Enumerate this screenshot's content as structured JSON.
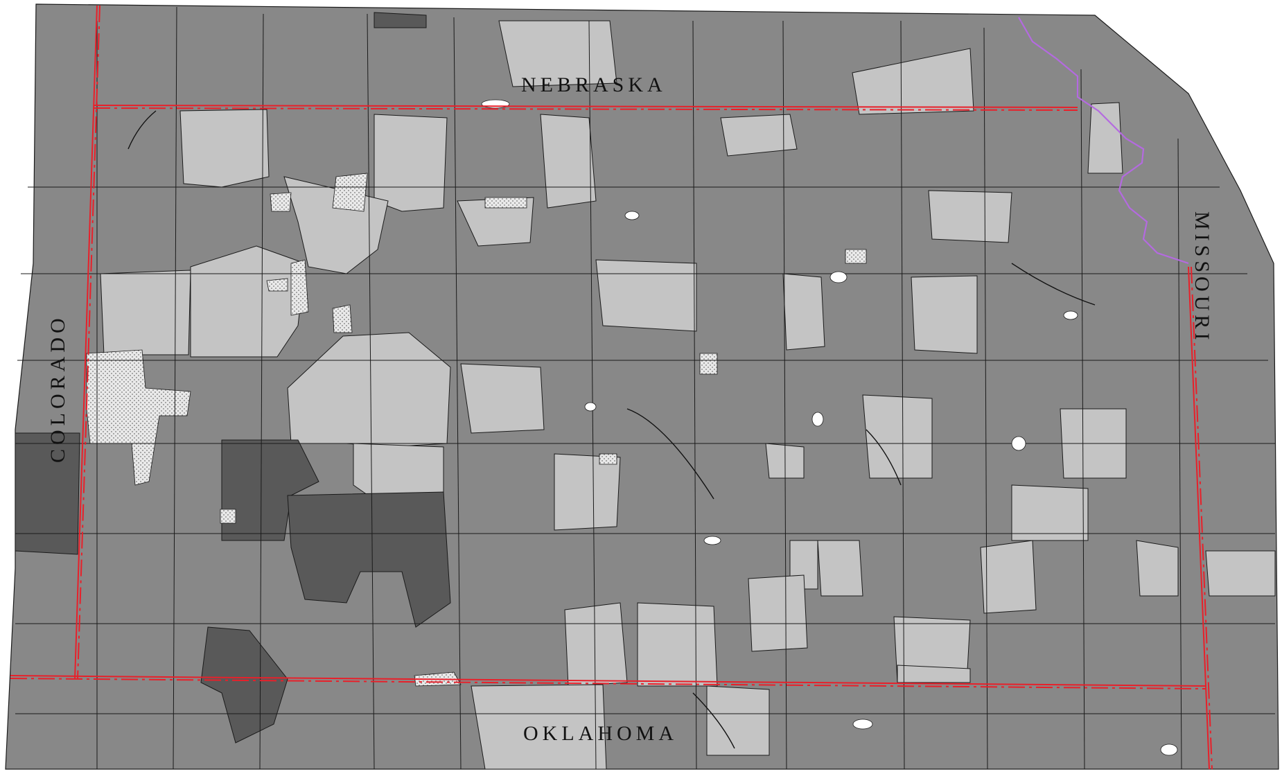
{
  "map": {
    "state_labels": {
      "nebraska": "NEBRASKA",
      "colorado": "COLORADO",
      "oklahoma": "OKLAHOMA",
      "missouri": "MISSOURI"
    }
  },
  "colors": {
    "background": "#ffffff",
    "district_dark": "#595959",
    "district_medium": "#888888",
    "district_light": "#c4c4c4",
    "district_outline": "#1a1a1a",
    "state_boundary": "#e8202a",
    "river": "#b46ae0",
    "water": "#ffffff",
    "dotted_fill": "#e6e6e6"
  },
  "legend_semantics": {
    "categories": [
      "dark",
      "medium",
      "light",
      "dotted-unassigned"
    ]
  }
}
